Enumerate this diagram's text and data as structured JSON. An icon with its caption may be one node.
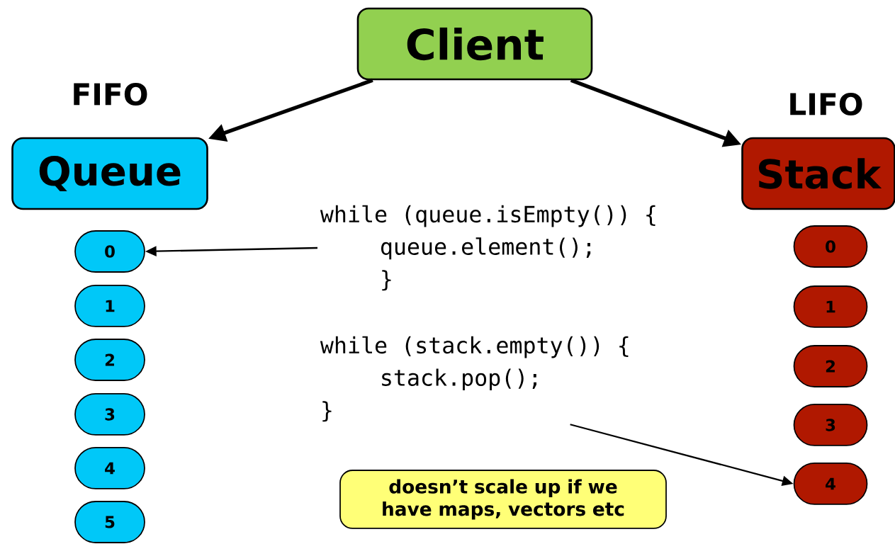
{
  "diagram": {
    "nodes": [
      {
        "text": [
          "Client"
        ]
      },
      {
        "text": [
          "Queue"
        ],
        "beside": [
          "FIFO"
        ]
      },
      {
        "text": [
          "Stack"
        ],
        "beside": [
          "LIFO"
        ]
      },
      {
        "text": [
          "0"
        ]
      },
      {
        "text": [
          "1"
        ]
      },
      {
        "text": [
          "2"
        ]
      },
      {
        "text": [
          "3"
        ]
      },
      {
        "text": [
          "4"
        ]
      },
      {
        "text": [
          "5"
        ]
      },
      {
        "text": [
          "0"
        ]
      },
      {
        "text": [
          "1"
        ]
      },
      {
        "text": [
          "2"
        ]
      },
      {
        "text": [
          "3"
        ]
      },
      {
        "text": [
          "4"
        ]
      },
      {
        "text": [
          "while (queue.isEmpty()) {",
          "queue.element();",
          "}"
        ]
      },
      {
        "text": [
          "while (stack.empty()) {",
          "stack.pop();",
          "}"
        ]
      },
      {
        "text": [
          "doesn’t scale up if we have maps, vectors etc"
        ]
      }
    ],
    "edges": [
      {
        "from": 0,
        "to": 1,
        "arrow": "to",
        "style": "thick"
      },
      {
        "from": 0,
        "to": 2,
        "arrow": "to",
        "style": "thick"
      },
      {
        "from": 14,
        "to": 3,
        "arrow": "to"
      },
      {
        "from": 15,
        "to": 13,
        "arrow": "to"
      }
    ]
  }
}
